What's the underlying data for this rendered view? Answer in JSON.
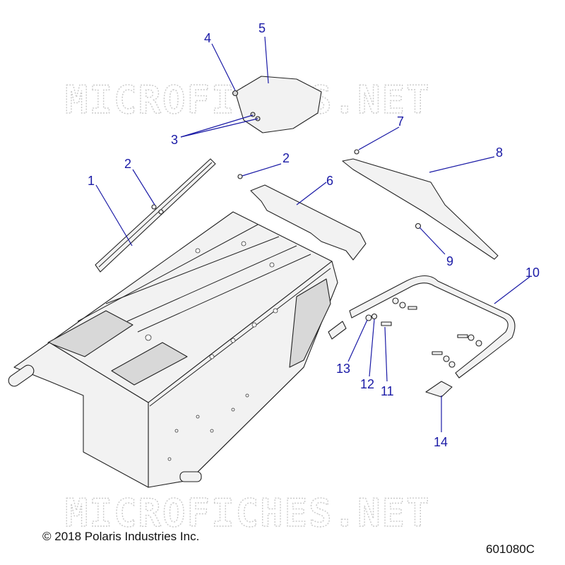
{
  "watermark": "MICROFICHES.NET",
  "copyright": "© 2018 Polaris Industries Inc.",
  "diagram_code": "601080C",
  "callouts": [
    "1",
    "2",
    "2",
    "3",
    "4",
    "5",
    "6",
    "7",
    "8",
    "9",
    "10",
    "11",
    "12",
    "13",
    "14"
  ],
  "colors": {
    "callout": "#1a1aa6",
    "linework": "#222222",
    "watermark": "#c9c9c9"
  }
}
